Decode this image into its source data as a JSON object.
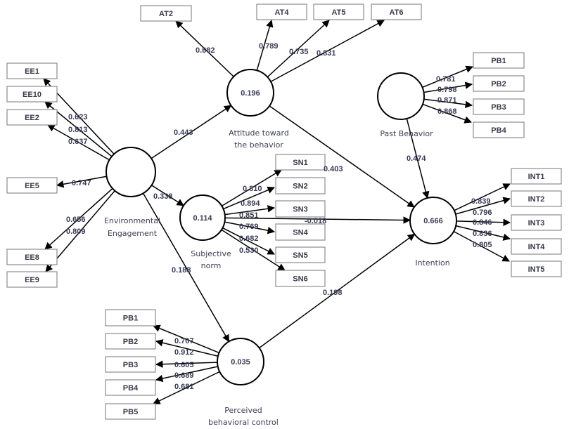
{
  "constructs": [
    {
      "id": "EE",
      "label_lines": [
        "Environmental",
        "Engagement"
      ],
      "r2": ""
    },
    {
      "id": "AT",
      "label_lines": [
        "Attitude toward",
        "the behavior"
      ],
      "r2": "0.196"
    },
    {
      "id": "SN",
      "label_lines": [
        "Subjective",
        "norm"
      ],
      "r2": "0.114"
    },
    {
      "id": "PBC",
      "label_lines": [
        "Perceived",
        "behavioral control"
      ],
      "r2": "0.035"
    },
    {
      "id": "PB",
      "label_lines": [
        "Past Behavior"
      ],
      "r2": ""
    },
    {
      "id": "INT",
      "label_lines": [
        "Intention"
      ],
      "r2": "0.666"
    }
  ],
  "indicators": {
    "EE": [
      {
        "name": "EE1",
        "loading": "0.623"
      },
      {
        "name": "EE10",
        "loading": "0.813"
      },
      {
        "name": "EE2",
        "loading": "0.637"
      },
      {
        "name": "EE5",
        "loading": "0.747"
      },
      {
        "name": "EE8",
        "loading": "0.656"
      },
      {
        "name": "EE9",
        "loading": "0.809"
      }
    ],
    "AT": [
      {
        "name": "AT2",
        "loading": "0.682"
      },
      {
        "name": "AT4",
        "loading": "0.789"
      },
      {
        "name": "AT5",
        "loading": "0.735"
      },
      {
        "name": "AT6",
        "loading": "0.831"
      }
    ],
    "SN": [
      {
        "name": "SN1",
        "loading": "0.810"
      },
      {
        "name": "SN2",
        "loading": "0.894"
      },
      {
        "name": "SN3",
        "loading": "0.851"
      },
      {
        "name": "SN4",
        "loading": "0.769"
      },
      {
        "name": "SN5",
        "loading": "0.682"
      },
      {
        "name": "SN6",
        "loading": "0.530"
      }
    ],
    "PBC": [
      {
        "name": "PB1",
        "loading": "0.707"
      },
      {
        "name": "PB2",
        "loading": "0.912"
      },
      {
        "name": "PB3",
        "loading": "0.605"
      },
      {
        "name": "PB4",
        "loading": "0.689"
      },
      {
        "name": "PB5",
        "loading": "0.681"
      }
    ],
    "PB": [
      {
        "name": "PB1",
        "loading": "0.781"
      },
      {
        "name": "PB2",
        "loading": "0.798"
      },
      {
        "name": "PB3",
        "loading": "0.871"
      },
      {
        "name": "PB4",
        "loading": "0.868"
      }
    ],
    "INT": [
      {
        "name": "INT1",
        "loading": "0.839"
      },
      {
        "name": "INT2",
        "loading": "0.796"
      },
      {
        "name": "INT3",
        "loading": "0.846"
      },
      {
        "name": "INT4",
        "loading": "0.836"
      },
      {
        "name": "INT5",
        "loading": "0.805"
      }
    ]
  },
  "paths": [
    {
      "from": "EE",
      "to": "AT",
      "coef": "0.443"
    },
    {
      "from": "EE",
      "to": "SN",
      "coef": "0.338"
    },
    {
      "from": "EE",
      "to": "PBC",
      "coef": "0.188"
    },
    {
      "from": "AT",
      "to": "INT",
      "coef": "0.403"
    },
    {
      "from": "SN",
      "to": "INT",
      "coef": "-0.018"
    },
    {
      "from": "PBC",
      "to": "INT",
      "coef": "0.198"
    },
    {
      "from": "PB",
      "to": "INT",
      "coef": "0.474"
    }
  ]
}
